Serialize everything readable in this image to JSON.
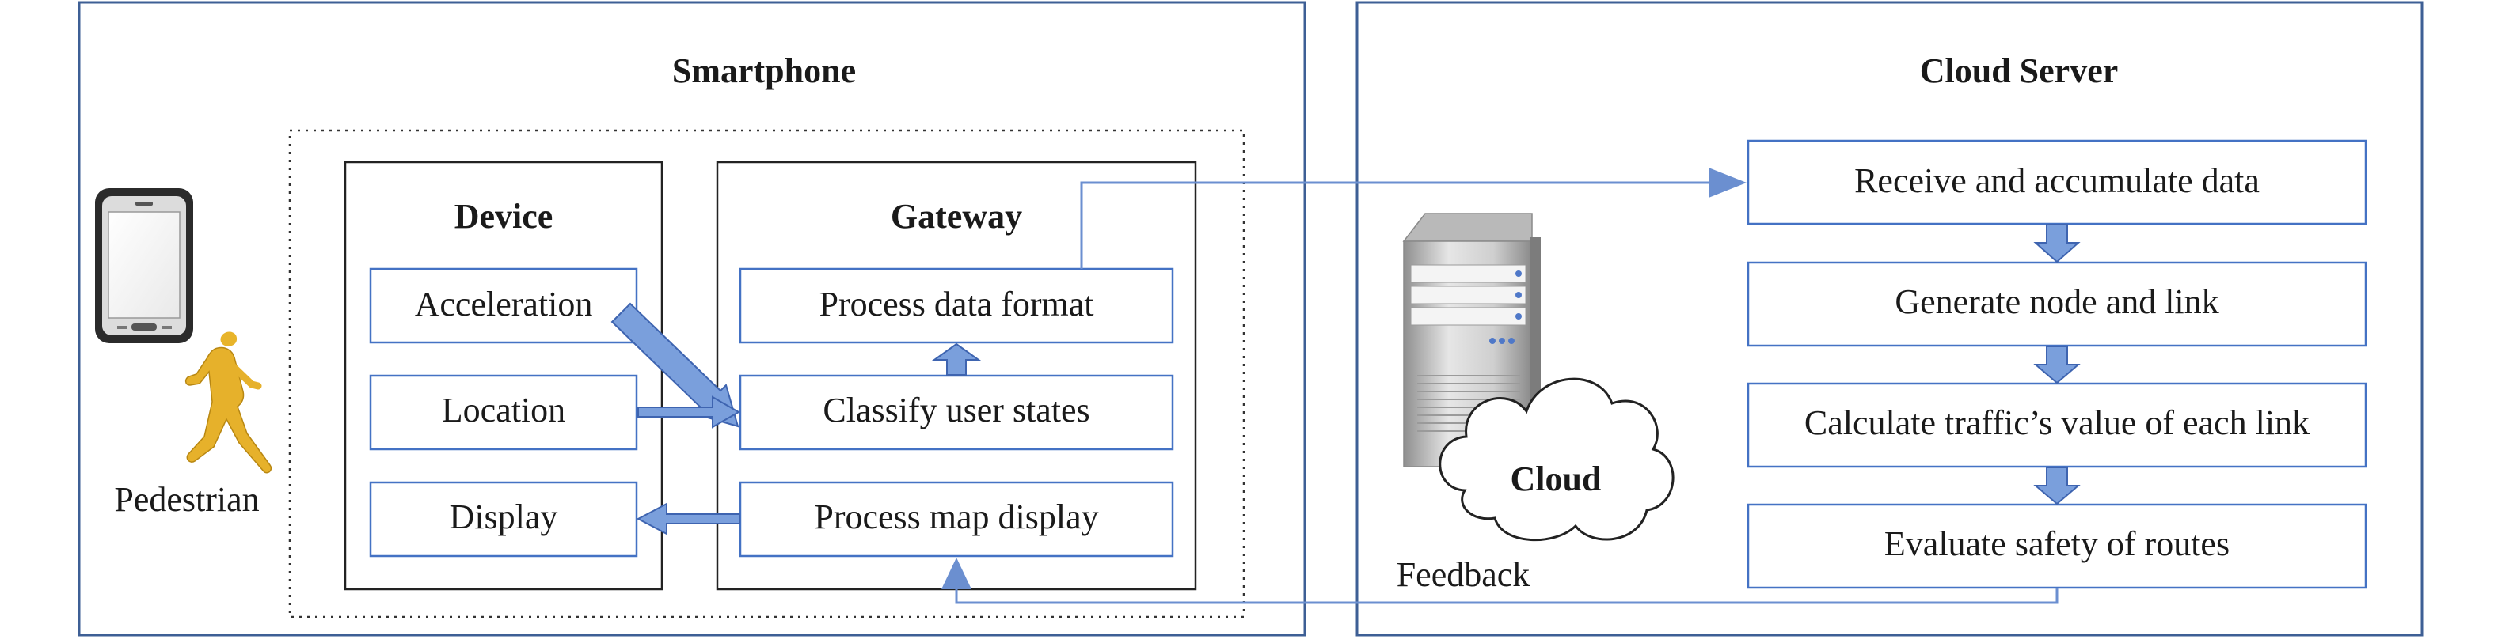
{
  "smartphone": {
    "title": "Smartphone",
    "pedestrian_label": "Pedestrian",
    "device": {
      "title": "Device",
      "items": [
        "Acceleration",
        "Location",
        "Display"
      ]
    },
    "gateway": {
      "title": "Gateway",
      "items": [
        "Process data format",
        "Classify user states",
        "Process map display"
      ]
    }
  },
  "cloud_server": {
    "title": "Cloud Server",
    "cloud_label": "Cloud",
    "feedback_label": "Feedback",
    "steps": [
      "Receive and accumulate data",
      "Generate node and link",
      "Calculate traffic’s value of each link",
      "Evaluate safety of routes"
    ]
  },
  "colors": {
    "panel_border": "#3e5f95",
    "box_border": "#4472c4",
    "arrow_fill": "#7a9fdc",
    "arrow_stroke": "#3e64b0",
    "line": "#6b8fd0"
  },
  "icons": [
    "smartphone-icon",
    "walking-person-icon",
    "server-icon",
    "cloud-icon"
  ]
}
